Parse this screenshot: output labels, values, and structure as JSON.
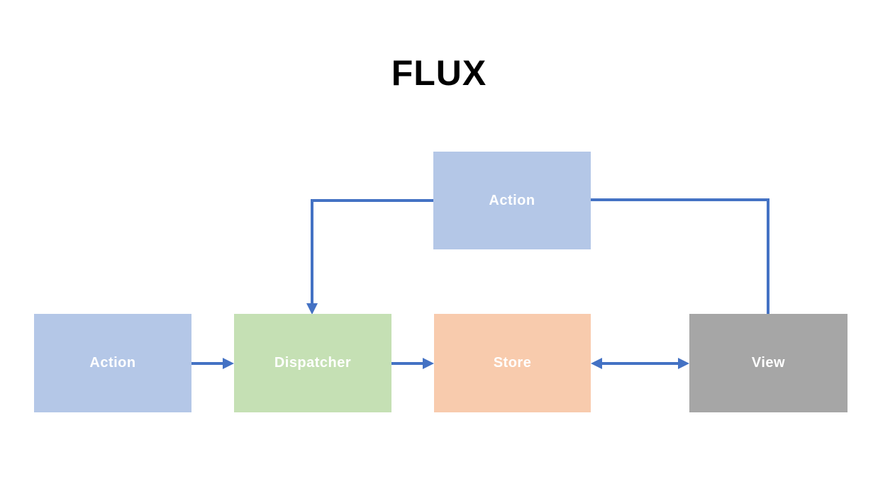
{
  "title": "FLUX",
  "diagram": {
    "background": "#FFFFFF",
    "arrow_color": "#4472C4",
    "label_text_color": "#FFFFFF",
    "title_color": "#000000",
    "nodes": [
      {
        "id": "action-top",
        "label": "Action",
        "color": "#B4C7E7"
      },
      {
        "id": "action-left",
        "label": "Action",
        "color": "#B4C7E7"
      },
      {
        "id": "dispatcher",
        "label": "Dispatcher",
        "color": "#C5E0B4"
      },
      {
        "id": "store",
        "label": "Store",
        "color": "#F8CBAD"
      },
      {
        "id": "view",
        "label": "View",
        "color": "#A6A6A6"
      }
    ],
    "edges": [
      {
        "from": "action-left",
        "to": "dispatcher",
        "style": "arrow"
      },
      {
        "from": "dispatcher",
        "to": "store",
        "style": "arrow"
      },
      {
        "from": "store",
        "to": "view",
        "style": "double-arrow"
      },
      {
        "from": "action-top",
        "to": "dispatcher",
        "style": "elbow-arrow"
      },
      {
        "from": "view",
        "to": "action-top",
        "style": "elbow-line"
      }
    ]
  }
}
